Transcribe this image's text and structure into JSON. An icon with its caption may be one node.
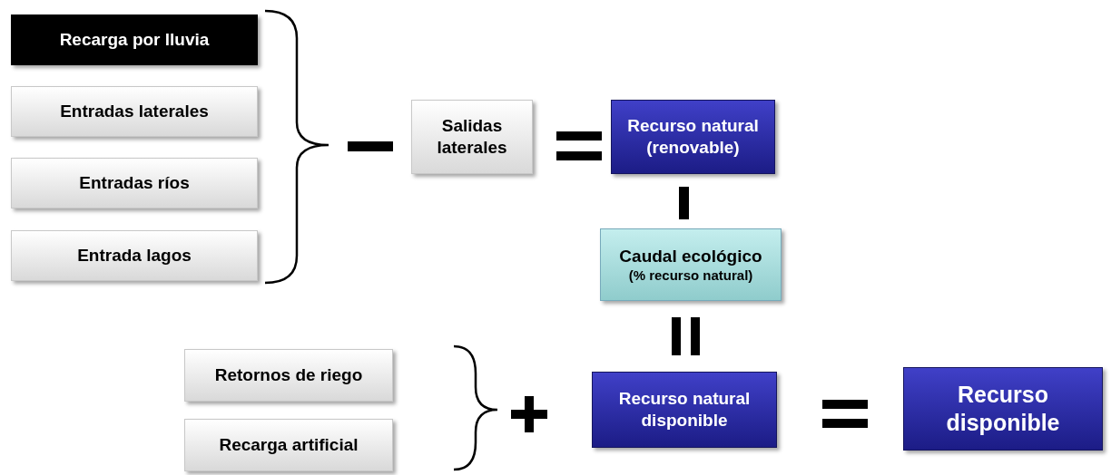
{
  "diagram": {
    "nodes": [
      {
        "text": [
          "Recarga por lluvia"
        ]
      },
      {
        "text": [
          "Entradas laterales"
        ]
      },
      {
        "text": [
          "Entradas ríos"
        ]
      },
      {
        "text": [
          "Entrada lagos"
        ]
      },
      {
        "text": [
          "Salidas laterales"
        ]
      },
      {
        "text": [
          "Recurso natural (renovable)"
        ]
      },
      {
        "text": [
          "Caudal ecológico",
          "(% recurso natural)"
        ]
      },
      {
        "text": [
          "Retornos de riego"
        ]
      },
      {
        "text": [
          "Recarga artificial"
        ]
      },
      {
        "text": [
          "Recurso natural disponible"
        ]
      },
      {
        "text": [
          "Recurso disponible"
        ]
      }
    ]
  }
}
